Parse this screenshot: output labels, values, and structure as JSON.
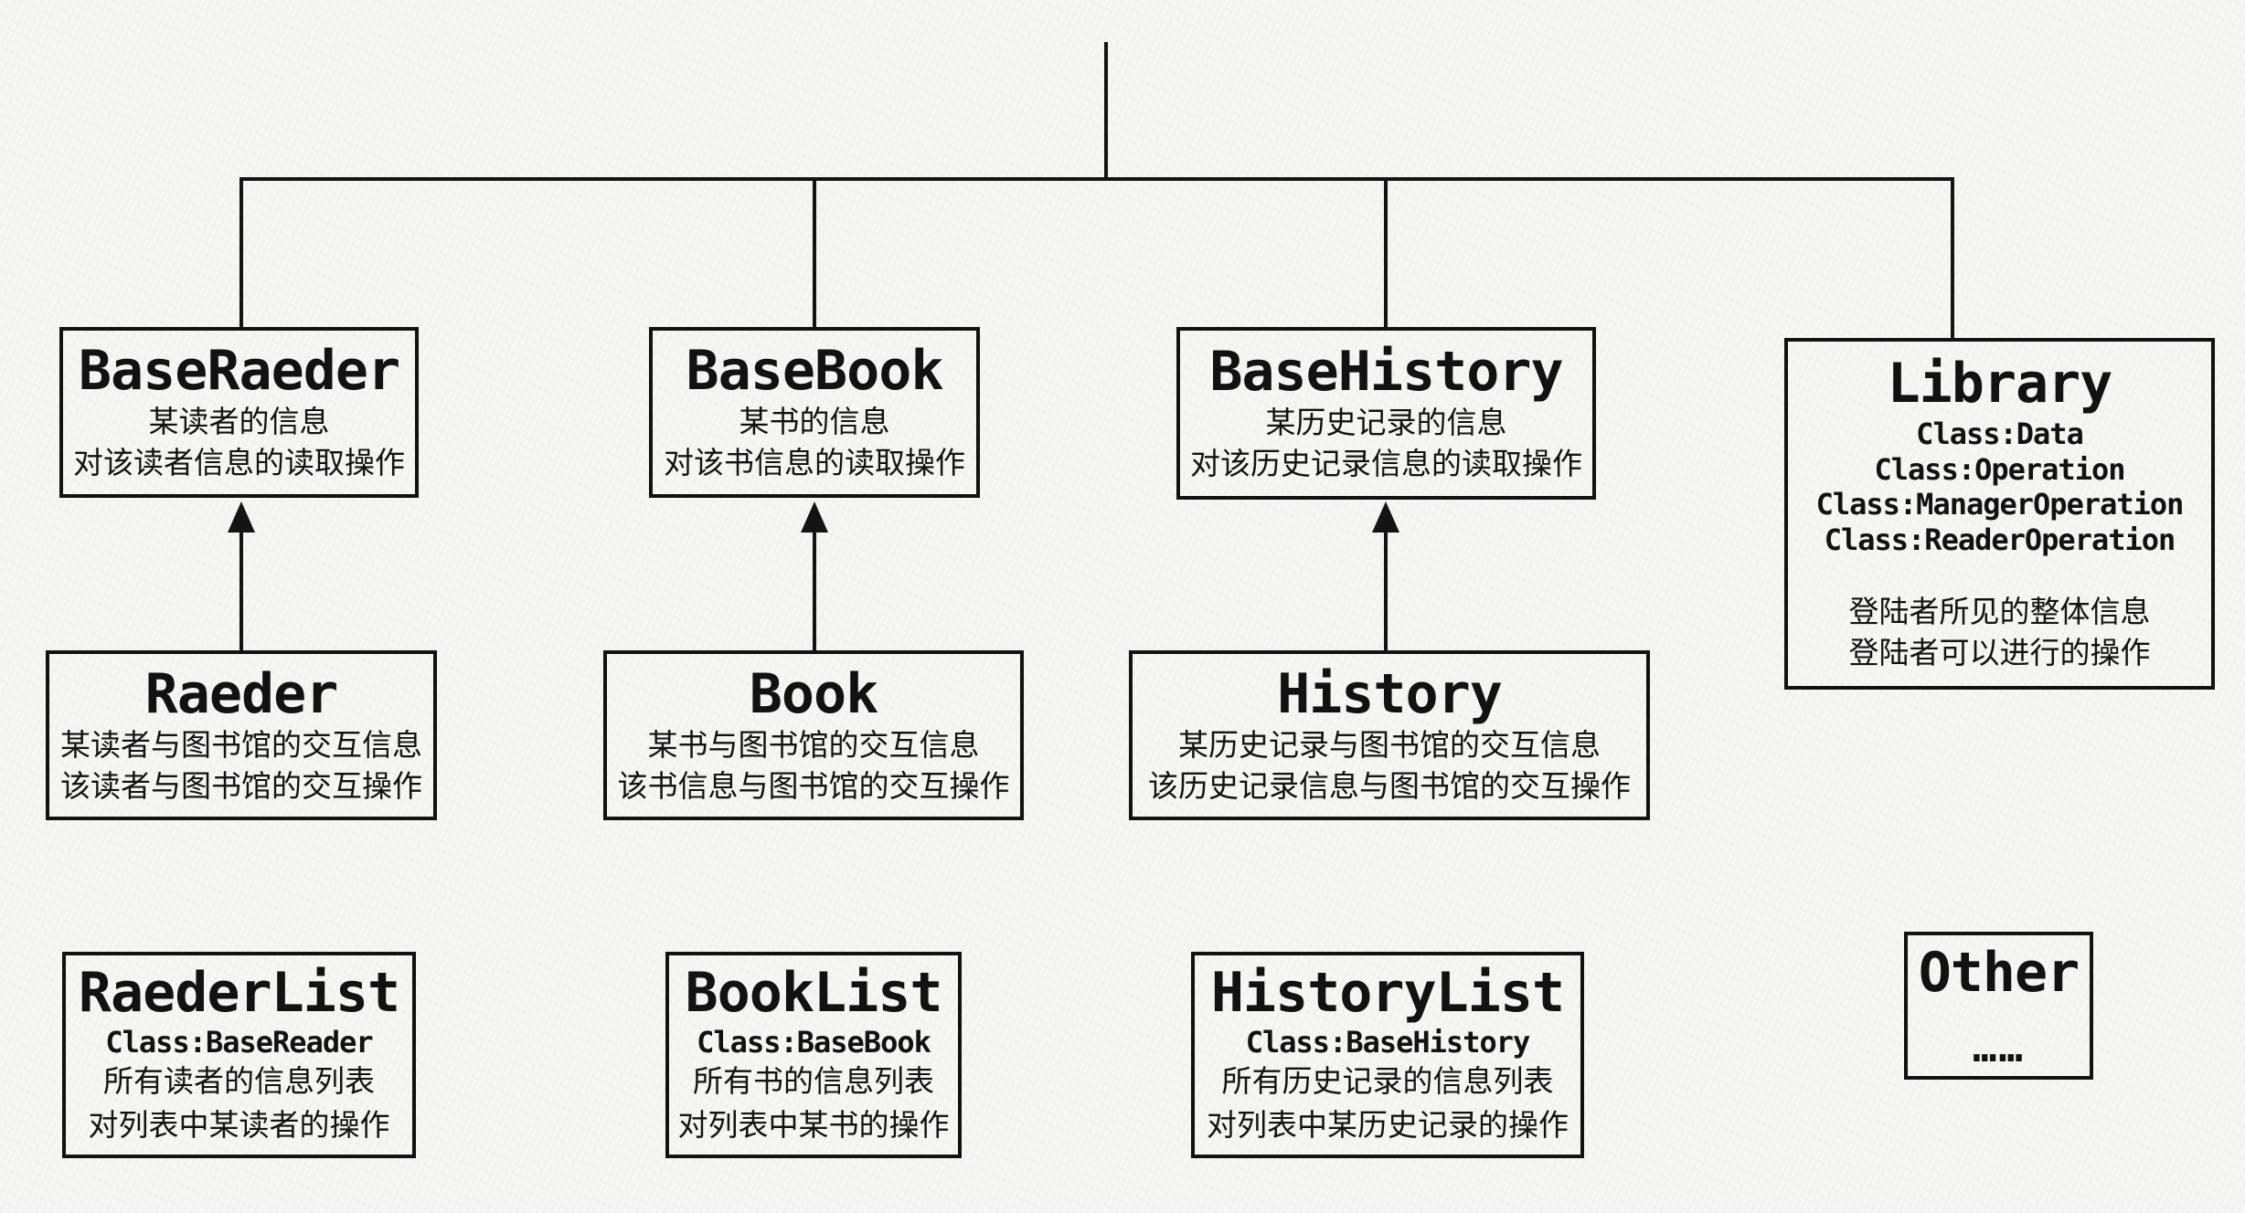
{
  "page": {
    "background": "#f6f6f4",
    "ink": "#121212"
  },
  "boxes": [
    {
      "id": "base_raeder",
      "title": "BaseRaeder",
      "text_lines": [
        "某读者的信息",
        "对该读者信息的读取操作"
      ]
    },
    {
      "id": "base_book",
      "title": "BaseBook",
      "text_lines": [
        "某书的信息",
        "对该书信息的读取操作"
      ]
    },
    {
      "id": "base_history",
      "title": "BaseHistory",
      "text_lines": [
        "某历史记录的信息",
        "对该历史记录信息的读取操作"
      ]
    },
    {
      "id": "library",
      "title": "Library",
      "mono_lines": [
        "Class:Data",
        "Class:Operation",
        "Class:ManagerOperation",
        "Class:ReaderOperation"
      ],
      "text_lines": [
        "登陆者所见的整体信息",
        "登陆者可以进行的操作"
      ]
    },
    {
      "id": "raeder",
      "title": "Raeder",
      "text_lines": [
        "某读者与图书馆的交互信息",
        "该读者与图书馆的交互操作"
      ]
    },
    {
      "id": "book",
      "title": "Book",
      "text_lines": [
        "某书与图书馆的交互信息",
        "该书信息与图书馆的交互操作"
      ]
    },
    {
      "id": "history",
      "title": "History",
      "text_lines": [
        "某历史记录与图书馆的交互信息",
        "该历史记录信息与图书馆的交互操作"
      ]
    },
    {
      "id": "raeder_list",
      "title": "RaederList",
      "mono_lines": [
        "Class:BaseReader"
      ],
      "text_lines": [
        "所有读者的信息列表",
        "对列表中某读者的操作"
      ]
    },
    {
      "id": "book_list",
      "title": "BookList",
      "mono_lines": [
        "Class:BaseBook"
      ],
      "text_lines": [
        "所有书的信息列表",
        "对列表中某书的操作"
      ]
    },
    {
      "id": "history_list",
      "title": "HistoryList",
      "mono_lines": [
        "Class:BaseHistory"
      ],
      "text_lines": [
        "所有历史记录的信息列表",
        "对列表中某历史记录的操作"
      ]
    },
    {
      "id": "other",
      "title": "Other",
      "ellipsis": "……"
    }
  ],
  "connectors": {
    "trunk": "root-trunk",
    "branches": [
      "BaseRaeder",
      "BaseBook",
      "BaseHistory",
      "Library"
    ],
    "inheritance_arrows": [
      "Raeder→BaseRaeder",
      "Book→BaseBook",
      "History→BaseHistory"
    ]
  }
}
